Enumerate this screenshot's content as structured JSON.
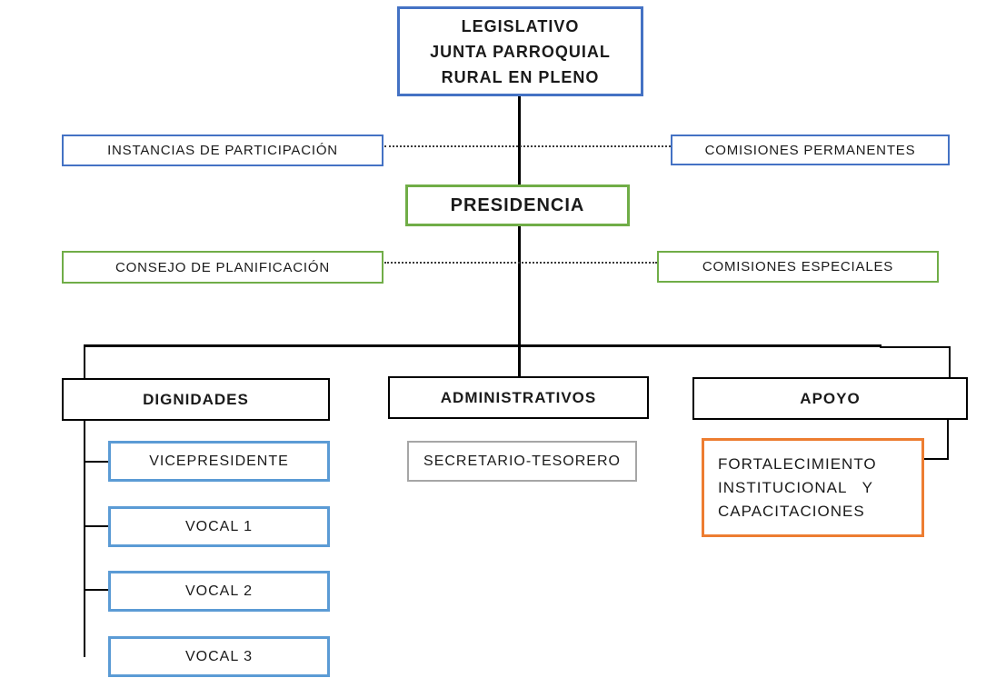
{
  "diagram": {
    "type": "org-chart",
    "language": "es",
    "palette": {
      "blue": "#4472C4",
      "green": "#70AD47",
      "light_blue": "#5B9BD5",
      "gray": "#A6A6A6",
      "orange": "#ED7D31",
      "connector": "#000000",
      "text": "#1A1A1A"
    },
    "nodes": {
      "legislativo": {
        "lines": [
          "LEGISLATIVO",
          "JUNTA PARROQUIAL",
          "RURAL EN PLENO"
        ],
        "border_color": "#4472C4",
        "reports_to": null
      },
      "instancias_participacion": {
        "label": "INSTANCIAS DE PARTICIPACIÓN",
        "border_color": "#4472C4",
        "link_style": "dotted"
      },
      "comisiones_permanentes": {
        "label": "COMISIONES PERMANENTES",
        "border_color": "#4472C4",
        "link_style": "dotted"
      },
      "presidencia": {
        "label": "PRESIDENCIA",
        "border_color": "#70AD47",
        "reports_to": "legislativo"
      },
      "consejo_planificacion": {
        "label": "CONSEJO DE PLANIFICACIÓN",
        "border_color": "#70AD47",
        "link_style": "dotted"
      },
      "comisiones_especiales": {
        "label": "COMISIONES ESPECIALES",
        "border_color": "#70AD47",
        "link_style": "dotted"
      },
      "dignidades": {
        "label": "DIGNIDADES",
        "border_color": "#000000",
        "reports_to": "presidencia"
      },
      "administrativos": {
        "label": "ADMINISTRATIVOS",
        "border_color": "#000000",
        "reports_to": "presidencia"
      },
      "apoyo": {
        "label": "APOYO",
        "border_color": "#000000",
        "reports_to": "presidencia"
      },
      "vicepresidente": {
        "label": "VICEPRESIDENTE",
        "border_color": "#5B9BD5",
        "reports_to": "dignidades"
      },
      "vocal_1": {
        "label": "VOCAL 1",
        "border_color": "#5B9BD5",
        "reports_to": "dignidades"
      },
      "vocal_2": {
        "label": "VOCAL 2",
        "border_color": "#5B9BD5",
        "reports_to": "dignidades"
      },
      "vocal_3": {
        "label": "VOCAL 3",
        "border_color": "#5B9BD5",
        "reports_to": "dignidades"
      },
      "secretario_tesorero": {
        "label": "SECRETARIO-TESORERO",
        "border_color": "#A6A6A6",
        "reports_to": "administrativos"
      },
      "fortalecimiento": {
        "lines": [
          "FORTALECIMIENTO",
          "INSTITUCIONAL   Y",
          "CAPACITACIONES"
        ],
        "border_color": "#ED7D31",
        "reports_to": "apoyo"
      }
    }
  }
}
